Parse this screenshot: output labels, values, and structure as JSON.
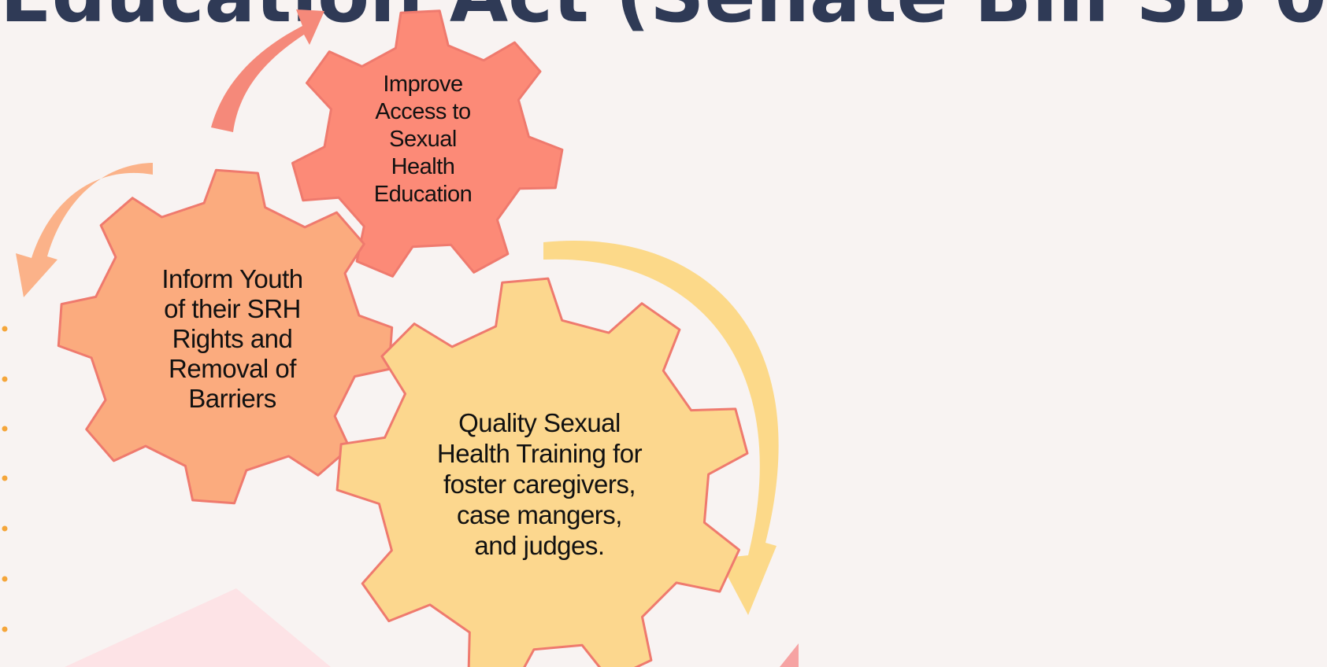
{
  "title": "Education Act (Senate Bill SB 0",
  "gears": {
    "access": {
      "label": "Improve\nAccess to\nSexual\nHealth\nEducation",
      "color": "#fc8a77"
    },
    "inform": {
      "label": "Inform Youth\nof their SRH\nRights and\nRemoval of\nBarriers",
      "color": "#fbab7e"
    },
    "training": {
      "label": "Quality Sexual\nHealth Training for\nfoster caregivers,\ncase mangers,\nand judges.",
      "color": "#fcd78e"
    }
  },
  "colors": {
    "background": "#f8f3f2",
    "gear_outline": "#ef7a6e",
    "arrow_access": "#f5897a",
    "arrow_inform": "#fbb289",
    "arrow_training": "#fcd989",
    "bullet": "#f5a63a",
    "pink_shape": "#fde3e6",
    "title": "#2f3a56"
  }
}
